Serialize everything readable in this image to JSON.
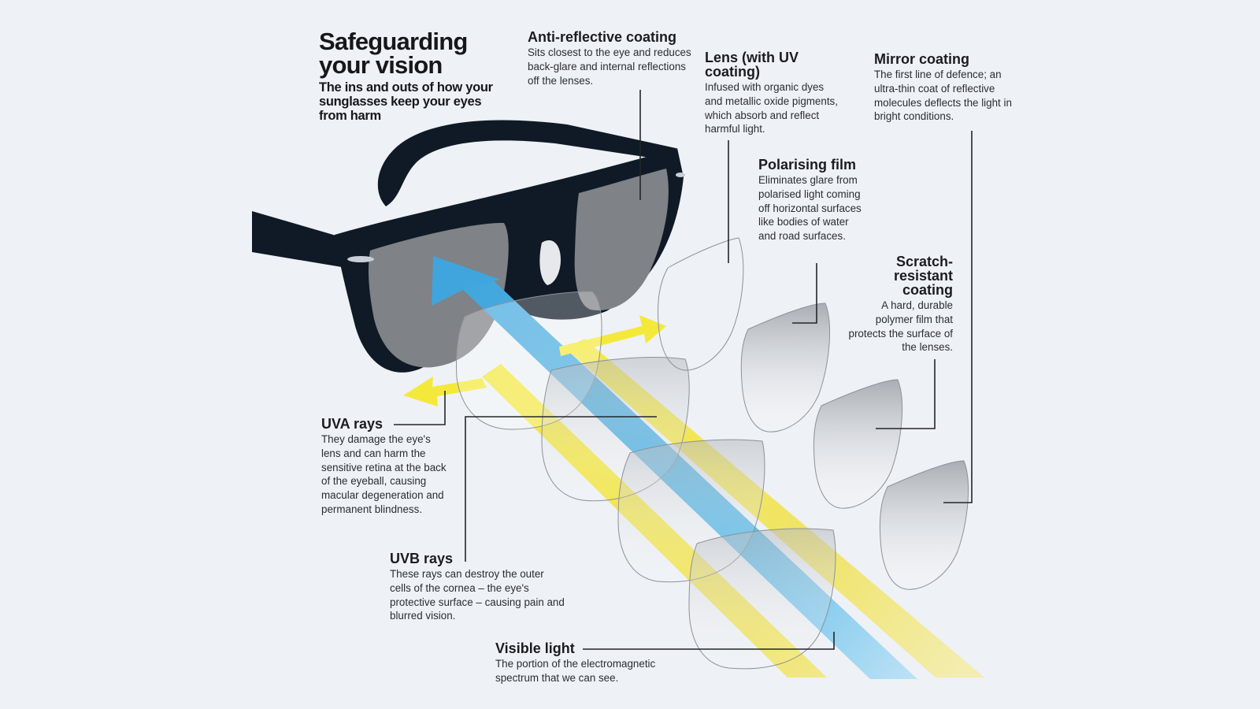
{
  "header": {
    "title": "Safeguarding your vision",
    "subtitle": "The ins and outs of how your sunglasses keep your eyes from harm"
  },
  "labels": {
    "anti_reflective": {
      "title": "Anti-reflective coating",
      "text": "Sits closest to the eye and reduces back-glare and internal reflections off the lenses."
    },
    "lens_uv": {
      "title": "Lens (with UV coating)",
      "text": "Infused with organic dyes and metallic oxide pigments, which absorb and reflect harmful light."
    },
    "mirror": {
      "title": "Mirror coating",
      "text": "The first line of defence; an ultra-thin coat of reflective molecules deflects the light in bright conditions."
    },
    "polarising": {
      "title": "Polarising film",
      "text": "Eliminates glare from polarised light coming off horizontal surfaces like bodies of water and road surfaces."
    },
    "scratch": {
      "title": "Scratch-resistant coating",
      "text": "A hard, durable polymer film that protects the surface of the lenses."
    },
    "uva": {
      "title": "UVA rays",
      "text": "They damage the eye's lens and can harm the sensitive retina at the back of the eyeball, causing macular degeneration and permanent blindness."
    },
    "uvb": {
      "title": "UVB rays",
      "text": "These rays can destroy the outer cells of the cornea – the eye's protective surface – causing pain and blurred vision."
    },
    "visible": {
      "title": "Visible light",
      "text": "The portion of the electromagnetic spectrum that we can see."
    }
  },
  "colors": {
    "background": "#eef1f5",
    "frame": "#0f1a26",
    "lens_tint": "#7f8286",
    "uv_yellow": "#f2e74a",
    "visible_blue": "#5cb8e8",
    "leader_line": "#23262b"
  }
}
